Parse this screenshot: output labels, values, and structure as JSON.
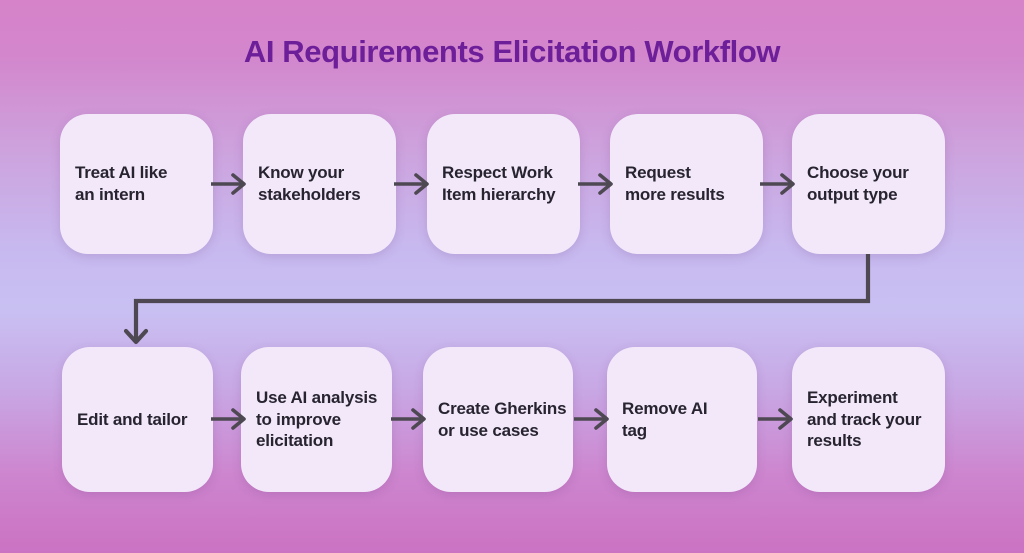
{
  "title": "AI Requirements Elicitation Workflow",
  "colors": {
    "title_text": "#6d1e99",
    "box_fill": "#f2e8f9",
    "box_text": "#272430",
    "arrow": "#4d4852",
    "background_top": "#d683ca",
    "background_middle": "#c9c0f2",
    "background_bottom": "#cb72c3"
  },
  "flow": {
    "row1": [
      {
        "label": "Treat AI like\nan intern"
      },
      {
        "label": "Know your\nstakeholders"
      },
      {
        "label": "Respect Work\nItem hierarchy"
      },
      {
        "label": "Request\nmore results"
      },
      {
        "label": "Choose your\noutput type"
      }
    ],
    "row2": [
      {
        "label": "Edit and tailor"
      },
      {
        "label": "Use AI analysis\nto improve\nelicitation"
      },
      {
        "label": "Create Gherkins\nor use cases"
      },
      {
        "label": "Remove AI\ntag"
      },
      {
        "label": "Experiment\nand track your\nresults"
      }
    ]
  }
}
